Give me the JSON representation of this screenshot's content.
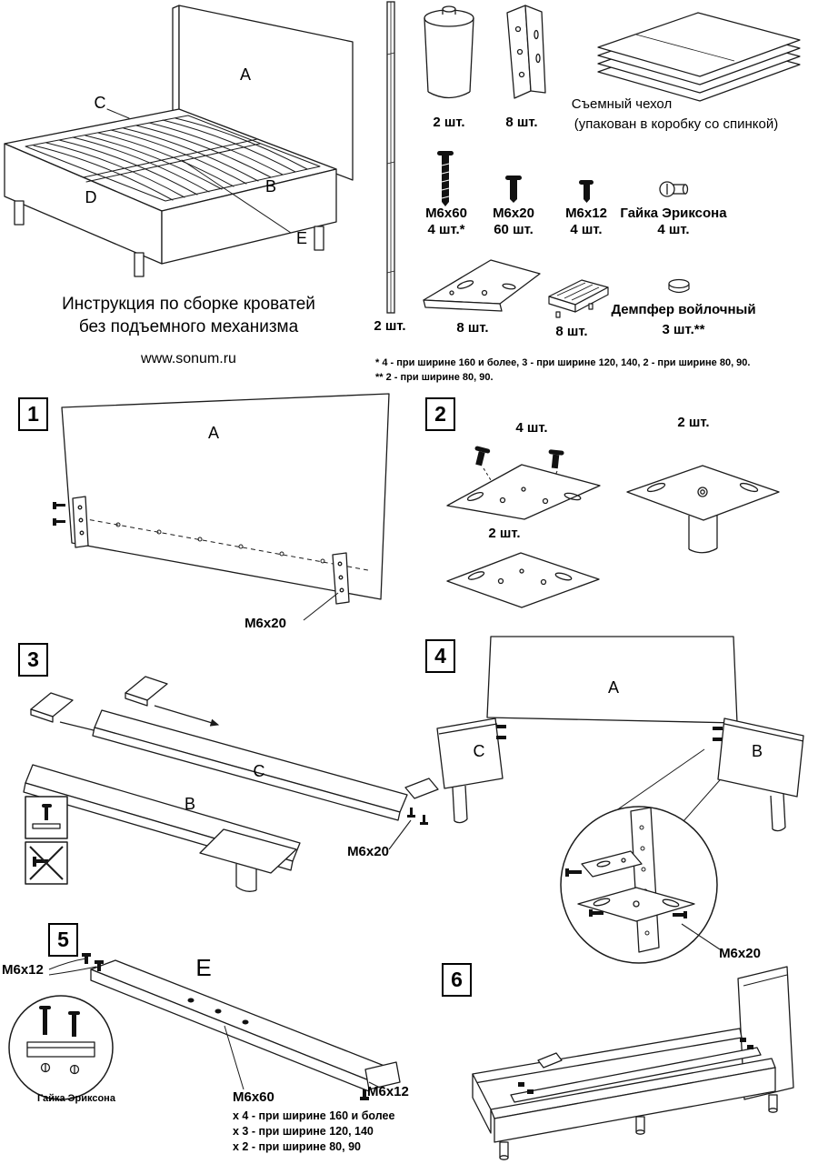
{
  "doc": {
    "title_line1": "Инструкция по сборке кроватей",
    "title_line2": "без подъемного механизма",
    "website": "www.sonum.ru"
  },
  "overview": {
    "label_a": "A",
    "label_b": "B",
    "label_c": "C",
    "label_d": "D",
    "label_e": "E"
  },
  "parts": {
    "strip_qty": "2 шт.",
    "leg_qty": "2 шт.",
    "angle_bracket_qty": "8 шт.",
    "cover_name": "Съемный чехол",
    "cover_note": "(упакован в коробку со спинкой)",
    "bolt_m6x60_name": "М6х60",
    "bolt_m6x60_qty": "4 шт.*",
    "bolt_m6x20_name": "М6х20",
    "bolt_m6x20_qty": "60 шт.",
    "bolt_m6x12_name": "М6х12",
    "bolt_m6x12_qty": "4 шт.",
    "nut_name": "Гайка Эриксона",
    "nut_qty": "4 шт.",
    "corner_bracket_qty": "8 шт.",
    "slat_holder_qty": "8 шт.",
    "damper_name": "Демпфер войлочный",
    "damper_qty": "3 шт.**",
    "footnote1": "* 4 - при ширине 160 и более, 3 - при ширине 120, 140, 2 - при ширине 80, 90.",
    "footnote2": "** 2 - при ширине 80, 90."
  },
  "steps": {
    "step1": {
      "number": "1",
      "label_a": "A",
      "bolt": "М6х20"
    },
    "step2": {
      "number": "2",
      "qty_top": "4 шт.",
      "qty_right": "2 шт.",
      "qty_bottom": "2 шт."
    },
    "step3": {
      "number": "3",
      "label_b": "B",
      "label_c": "C",
      "bolt": "М6х20"
    },
    "step4": {
      "number": "4",
      "label_a": "A",
      "label_b": "B",
      "label_c": "C",
      "bolt": "М6х20"
    },
    "step5": {
      "number": "5",
      "label_e": "E",
      "bolt12_left": "М6х12",
      "bolt12_right": "М6х12",
      "nut_label": "Гайка Эриксона",
      "bolt60_label": "М6х60",
      "width_note1": "x 4 - при ширине 160 и более",
      "width_note2": "x 3 - при ширине 120, 140",
      "width_note3": "x 2 - при ширине 80, 90"
    },
    "step6": {
      "number": "6"
    }
  }
}
